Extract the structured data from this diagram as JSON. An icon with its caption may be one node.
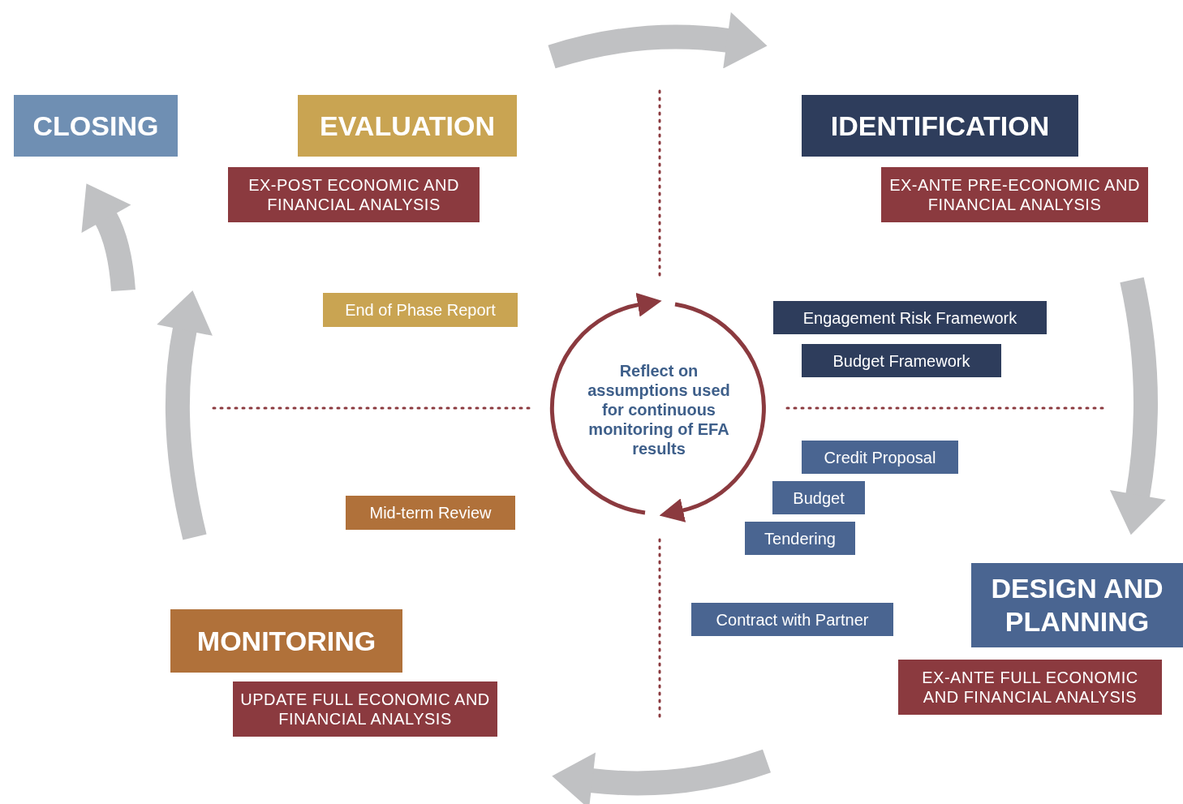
{
  "diagram": {
    "nodes": [
      {
        "text": [
          "CLOSING"
        ]
      },
      {
        "text": [
          "EVALUATION"
        ]
      },
      {
        "text": [
          "EX-POST ECONOMIC AND FINANCIAL ANALYSIS"
        ]
      },
      {
        "text": [
          "IDENTIFICATION"
        ]
      },
      {
        "text": [
          "EX-ANTE PRE-ECONOMIC AND FINANCIAL ANALYSIS"
        ]
      },
      {
        "text": [
          "End of Phase Report"
        ]
      },
      {
        "text": [
          "Engagement Risk Framework"
        ]
      },
      {
        "text": [
          "Budget Framework"
        ]
      },
      {
        "text": [
          "Reflect on assumptions used for continuous monitoring of EFA results"
        ]
      },
      {
        "text": [
          "Credit Proposal"
        ]
      },
      {
        "text": [
          "Budget"
        ]
      },
      {
        "text": [
          "Tendering"
        ]
      },
      {
        "text": [
          "Mid-term Review"
        ]
      },
      {
        "text": [
          "MONITORING"
        ]
      },
      {
        "text": [
          "UPDATE FULL ECONOMIC AND FINANCIAL ANALYSIS"
        ]
      },
      {
        "text": [
          "Contract with Partner"
        ]
      },
      {
        "text": [
          "DESIGN AND PLANNING"
        ]
      },
      {
        "text": [
          "EX-ANTE FULL ECONOMIC AND FINANCIAL ANALYSIS"
        ]
      }
    ]
  }
}
